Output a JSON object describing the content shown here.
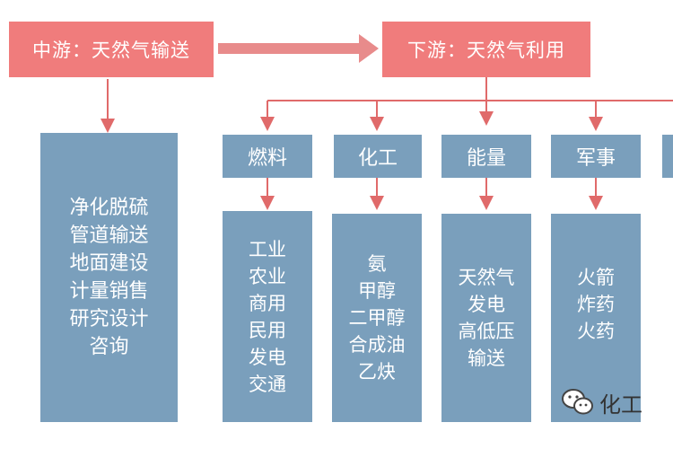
{
  "midstream": {
    "label": "中游：天然气输送"
  },
  "downstream": {
    "label": "下游：天然气利用"
  },
  "mid_items": [
    "净化脱硫",
    "管道输送",
    "地面建设",
    "计量销售",
    "研究设计",
    "咨询"
  ],
  "categories": [
    {
      "label": "燃料",
      "items": [
        "工业",
        "农业",
        "商用",
        "民用",
        "发电",
        "交通"
      ]
    },
    {
      "label": "化工",
      "items": [
        "氨",
        "甲醇",
        "二甲醇",
        "合成油",
        "乙炔"
      ]
    },
    {
      "label": "能量",
      "items": [
        "天然气",
        "发电",
        "高低压",
        "输送"
      ]
    },
    {
      "label": "军事",
      "items": [
        "火箭",
        "炸药",
        "火药"
      ]
    }
  ],
  "watermark": {
    "text": "化工",
    "icon": "wechat-icon"
  },
  "colors": {
    "pink": "#f07c7c",
    "blue": "#7a9fbc",
    "arrow": "#e06a6a",
    "connector": "#e88b8b"
  }
}
